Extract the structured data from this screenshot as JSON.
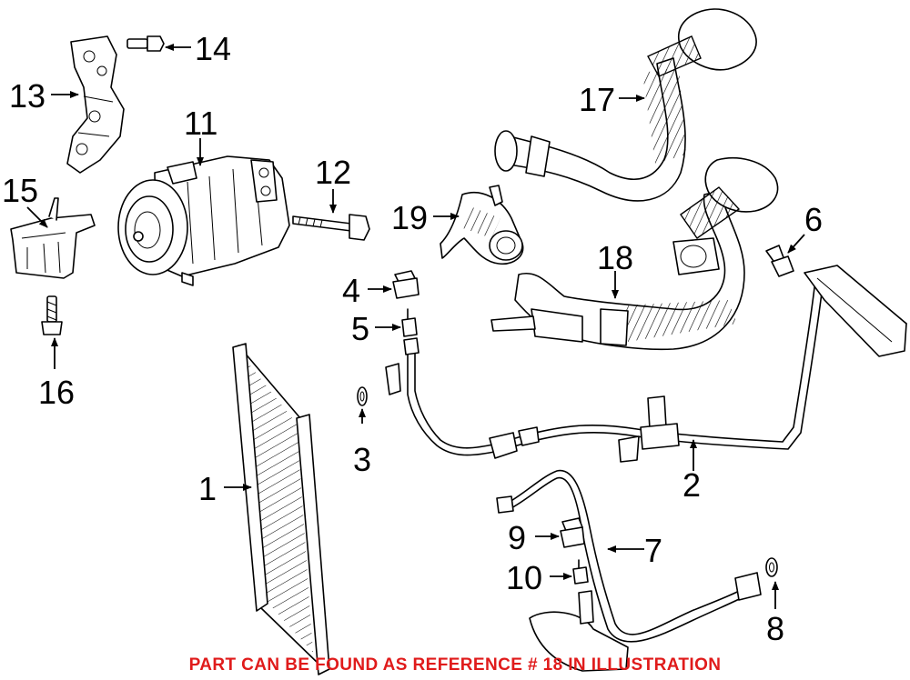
{
  "callouts": [
    {
      "id": "1",
      "label": "1"
    },
    {
      "id": "2",
      "label": "2"
    },
    {
      "id": "3",
      "label": "3"
    },
    {
      "id": "4",
      "label": "4"
    },
    {
      "id": "5",
      "label": "5"
    },
    {
      "id": "6",
      "label": "6"
    },
    {
      "id": "7",
      "label": "7"
    },
    {
      "id": "8",
      "label": "8"
    },
    {
      "id": "9",
      "label": "9"
    },
    {
      "id": "10",
      "label": "10"
    },
    {
      "id": "11",
      "label": "11"
    },
    {
      "id": "12",
      "label": "12"
    },
    {
      "id": "13",
      "label": "13"
    },
    {
      "id": "14",
      "label": "14"
    },
    {
      "id": "15",
      "label": "15"
    },
    {
      "id": "16",
      "label": "16"
    },
    {
      "id": "17",
      "label": "17"
    },
    {
      "id": "18",
      "label": "18"
    },
    {
      "id": "19",
      "label": "19"
    }
  ],
  "caption": {
    "text": "PART CAN BE FOUND AS REFERENCE # 18 IN ILLUSTRATION",
    "color": "#e01b1b"
  }
}
